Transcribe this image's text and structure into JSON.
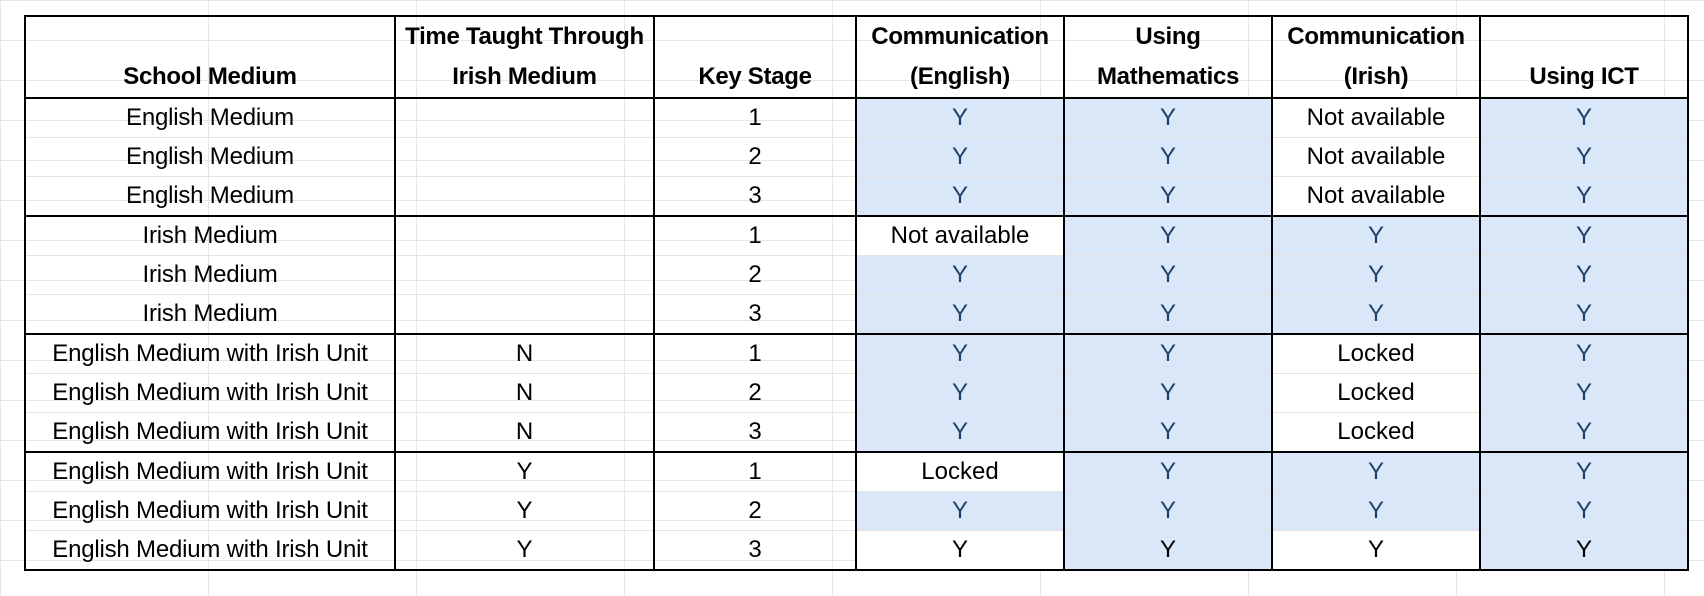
{
  "table": {
    "headers": [
      {
        "line1": "",
        "line2": "School Medium"
      },
      {
        "line1": "Time Taught Through",
        "line2": "Irish Medium"
      },
      {
        "line1": "",
        "line2": "Key Stage"
      },
      {
        "line1": "Communication",
        "line2": "(English)"
      },
      {
        "line1": "Using",
        "line2": "Mathematics"
      },
      {
        "line1": "Communication",
        "line2": "(Irish)"
      },
      {
        "line1": "",
        "line2": "Using ICT"
      }
    ],
    "rows": [
      [
        "English Medium",
        "",
        "1",
        "Y",
        "Y",
        "Not available",
        "Y"
      ],
      [
        "English Medium",
        "",
        "2",
        "Y",
        "Y",
        "Not available",
        "Y"
      ],
      [
        "English Medium",
        "",
        "3",
        "Y",
        "Y",
        "Not available",
        "Y"
      ],
      [
        "Irish Medium",
        "",
        "1",
        "Not available",
        "Y",
        "Y",
        "Y"
      ],
      [
        "Irish Medium",
        "",
        "2",
        "Y",
        "Y",
        "Y",
        "Y"
      ],
      [
        "Irish Medium",
        "",
        "3",
        "Y",
        "Y",
        "Y",
        "Y"
      ],
      [
        "English Medium with Irish Unit",
        "N",
        "1",
        "Y",
        "Y",
        "Locked",
        "Y"
      ],
      [
        "English Medium with Irish Unit",
        "N",
        "2",
        "Y",
        "Y",
        "Locked",
        "Y"
      ],
      [
        "English Medium with Irish Unit",
        "N",
        "3",
        "Y",
        "Y",
        "Locked",
        "Y"
      ],
      [
        "English Medium with Irish Unit",
        "Y",
        "1",
        "Locked",
        "Y",
        "Y",
        "Y"
      ],
      [
        "English Medium with Irish Unit",
        "Y",
        "2",
        "Y",
        "Y",
        "Y",
        "Y"
      ],
      [
        "English Medium with Irish Unit",
        "Y",
        "3",
        "Y",
        "Y",
        "Y",
        "Y"
      ]
    ]
  },
  "colors": {
    "highlight_fill": "#dae7f8",
    "highlight_text": "#1f3f6e",
    "border": "#000000",
    "gridline": "#e3e3e3"
  }
}
